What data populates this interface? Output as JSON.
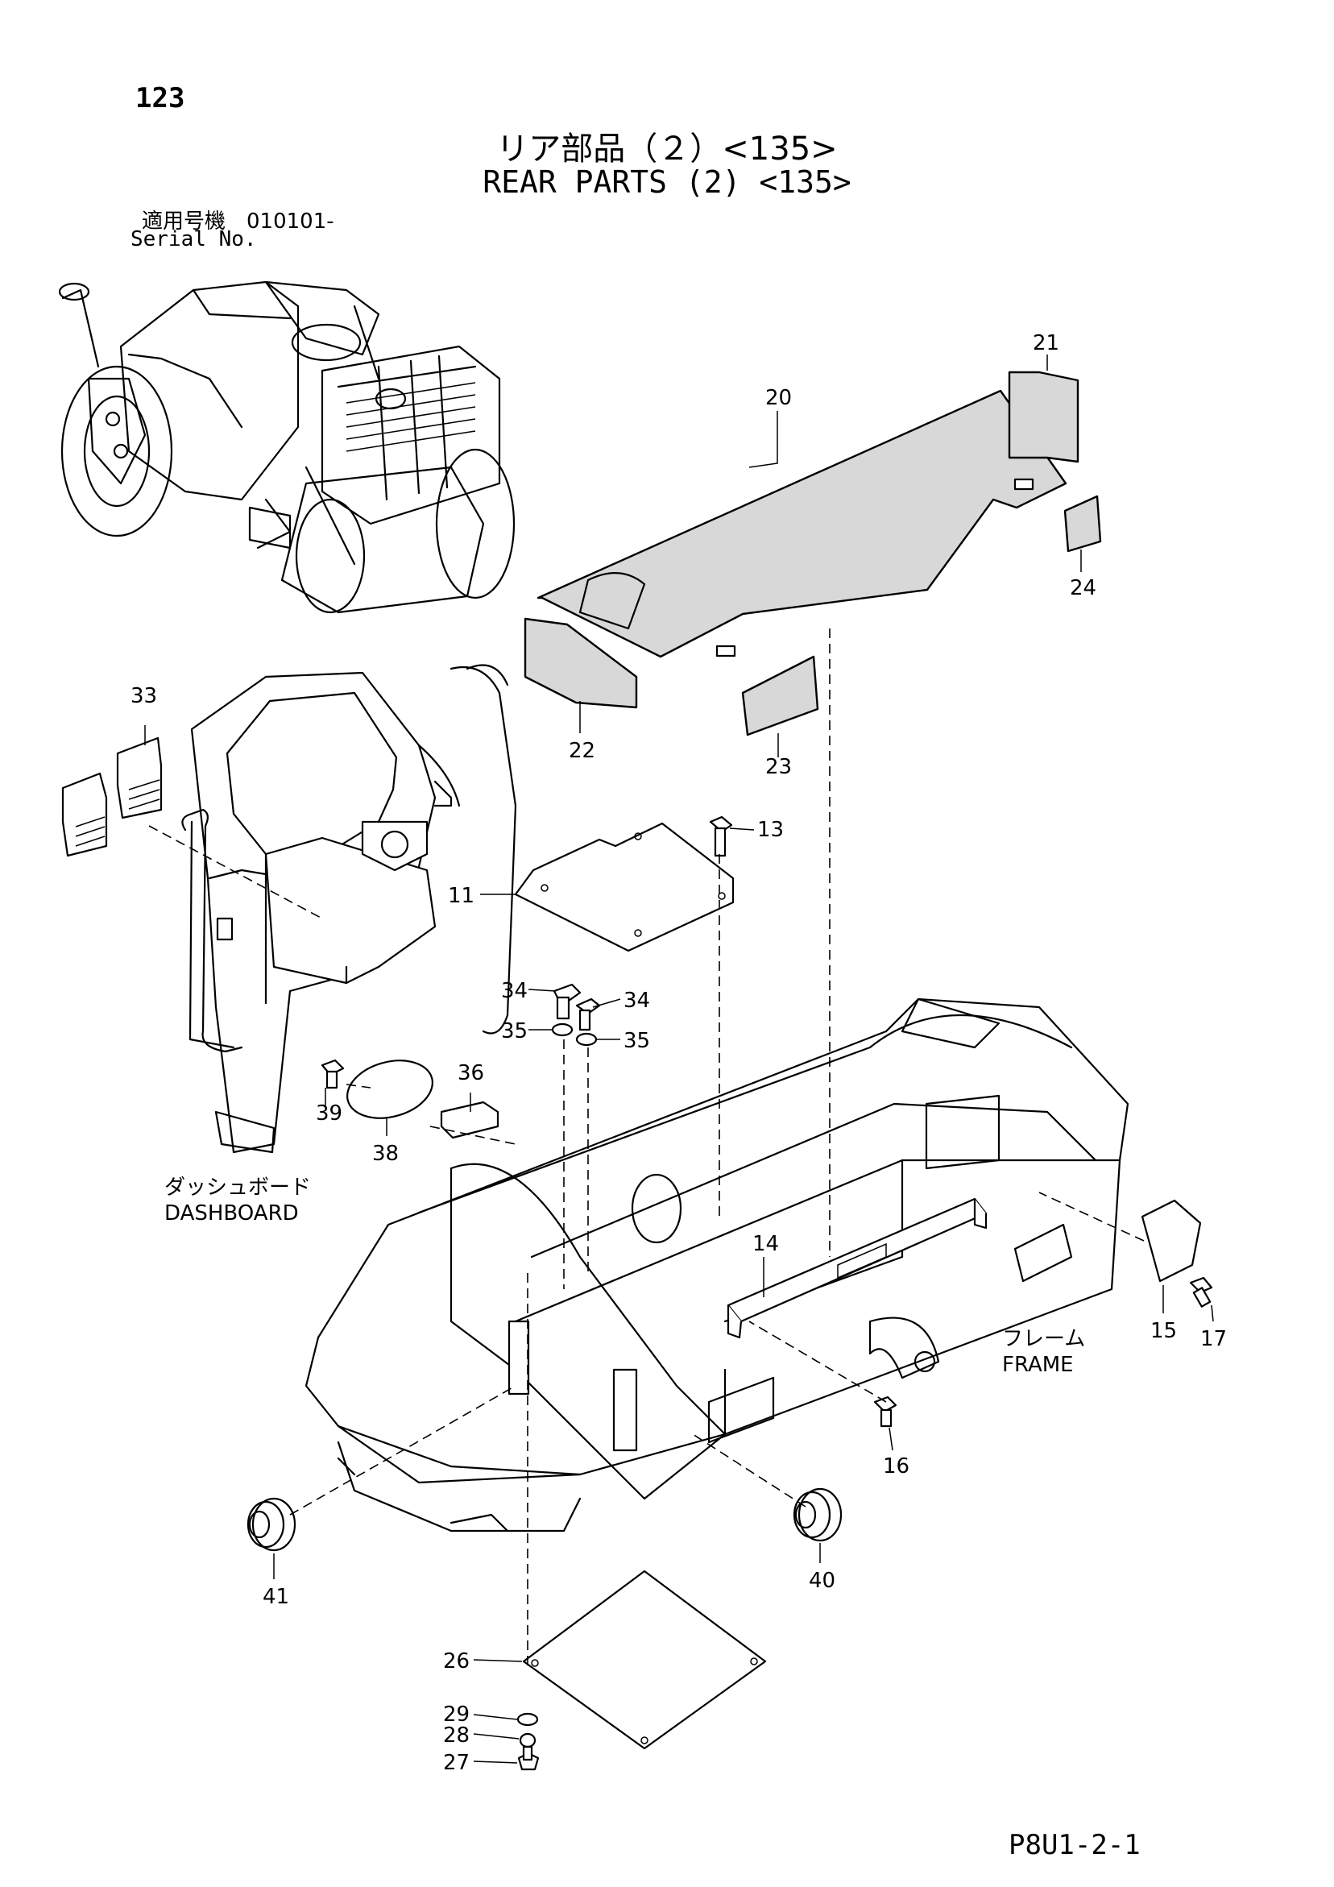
{
  "header": {
    "page_number": "123",
    "title_jp": "リア部品（２）<135>",
    "title_en": "REAR PARTS (2) <135>",
    "serial_label_jp": "適用号機　010101-",
    "serial_label_en": "Serial No."
  },
  "captions": {
    "dashboard_jp": "ダッシュボード",
    "dashboard_en": "DASHBOARD",
    "frame_jp": "フレーム",
    "frame_en": "FRAME"
  },
  "callouts": {
    "p11": "11",
    "p13": "13",
    "p14": "14",
    "p15": "15",
    "p16": "16",
    "p17": "17",
    "p20": "20",
    "p21": "21",
    "p22": "22",
    "p23": "23",
    "p24": "24",
    "p26": "26",
    "p27": "27",
    "p28": "28",
    "p29": "29",
    "p33": "33",
    "p34a": "34",
    "p34b": "34",
    "p35a": "35",
    "p35b": "35",
    "p36": "36",
    "p38": "38",
    "p39": "39",
    "p40": "40",
    "p41": "41"
  },
  "footer": {
    "drawing_code": "P8U1-2-1"
  }
}
